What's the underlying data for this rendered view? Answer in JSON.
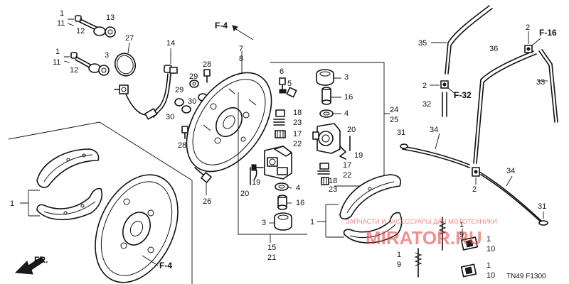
{
  "refs": {
    "f4_top": "F-4",
    "f4_bottom": "F-4",
    "f16": "F-16",
    "f32": "F-32",
    "fr": "FR."
  },
  "callouts": {
    "n1_a": "1",
    "n11_a": "11",
    "n12_a": "12",
    "n13_a": "13",
    "n1_b": "1",
    "n11_b": "11",
    "n12_b": "12",
    "n13_b": "3",
    "n27": "27",
    "n14": "14",
    "n29_a": "29",
    "n30_a": "30",
    "n28_a": "28",
    "n29_b": "29",
    "n30_b": "30",
    "n28_b": "28",
    "n7": "7",
    "n8": "8",
    "n6": "6",
    "n5": "5",
    "n18_a": "18",
    "n23_a": "23",
    "n17_a": "17",
    "n22_a": "22",
    "n3_top": "3",
    "n16_top": "16",
    "n4_top": "4",
    "n24": "24",
    "n25": "25",
    "n20_a": "20",
    "n19_a": "19",
    "n17_b": "17",
    "n22_b": "22",
    "n18_b": "18",
    "n23_b": "23",
    "n20_b": "20",
    "n19_b": "19",
    "n4_bot": "4",
    "n16_bot": "16",
    "n3_bot": "3",
    "n15": "15",
    "n21": "21",
    "n26": "26",
    "n1_shoe_left": "1",
    "n1_shoe_right": "1",
    "n35": "35",
    "n36": "36",
    "n2_a": "2",
    "n33": "33",
    "n2_b": "2",
    "n32": "32",
    "n31_a": "31",
    "n34_a": "34",
    "n34_b": "34",
    "n2_c": "2",
    "n31_b": "31",
    "n1_sp": "1",
    "n9_sp": "9",
    "n1_c": "1",
    "n9_c": "9",
    "n1_d": "1",
    "n10_d": "10",
    "n1_e": "1",
    "n10_e": "10"
  },
  "watermark": {
    "line1": "ЗАПЧАСТИ И АКСЕССУАРЫ ДЛЯ МОТОТЕХНИКИ",
    "line2": "MIRATOR.RU"
  },
  "code": "TN49 F1300"
}
